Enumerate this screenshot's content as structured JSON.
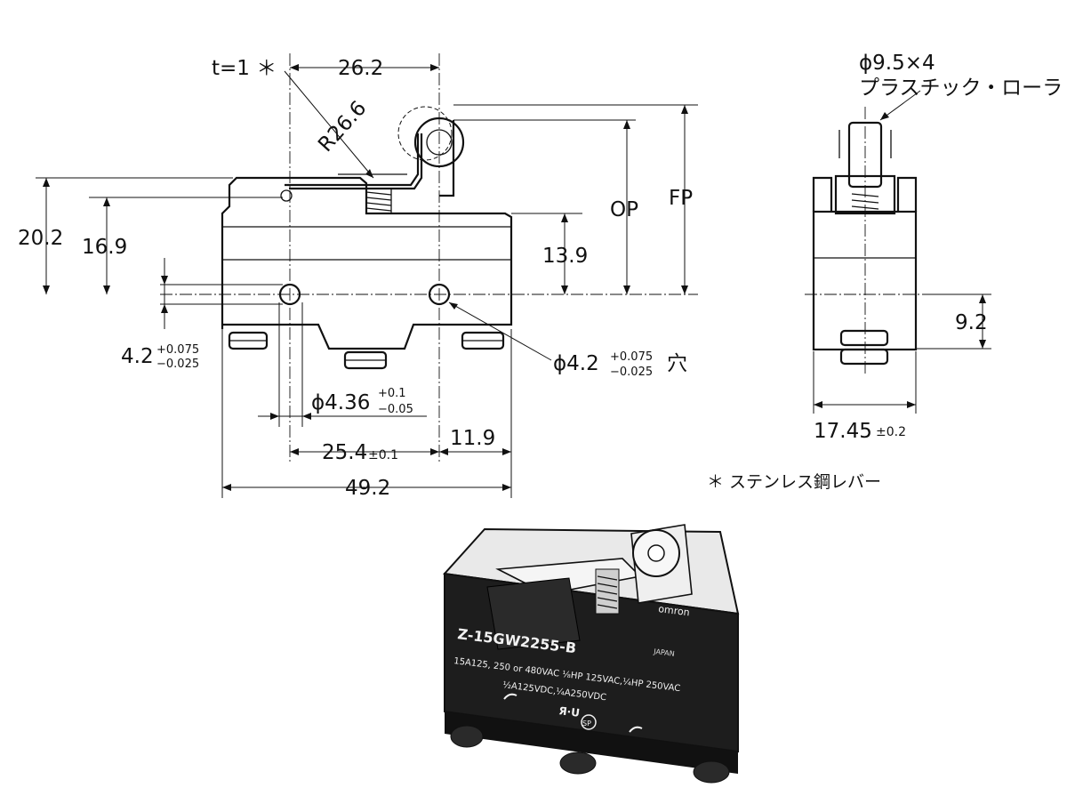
{
  "front_view": {
    "lever_thickness_label": "t=1 ＊",
    "dim_lever_offset": "26.2",
    "dim_lever_radius": "R26.6",
    "dim_height_total": "20.2",
    "dim_height_body": "16.9",
    "dim_height_plunger": "13.9",
    "label_op": "OP",
    "label_fp": "FP",
    "dim_hole_offset": "4.2",
    "dim_hole_offset_tol_plus": "+0.075",
    "dim_hole_offset_tol_minus": "−0.025",
    "dim_hole_small": "ϕ4.36",
    "dim_hole_small_tol_plus": "+0.1",
    "dim_hole_small_tol_minus": "−0.05",
    "dim_hole_right": "ϕ4.2",
    "dim_hole_right_tol_plus": "+0.075",
    "dim_hole_right_tol_minus": "−0.025",
    "dim_hole_right_suffix": "穴",
    "dim_hole_pitch": "25.4",
    "dim_hole_pitch_tol": "±0.1",
    "dim_right_offset": "11.9",
    "dim_width_total": "49.2"
  },
  "side_view": {
    "roller_spec": "ϕ9.5×4",
    "roller_material": "プラスチック・ローラ",
    "dim_hole_height": "9.2",
    "dim_width": "17.45",
    "dim_width_tol": "±0.2"
  },
  "footnote": "＊ ステンレス鋼レバー",
  "product": {
    "model": "Z-15GW2255-B",
    "brand": "omron",
    "origin": "JAPAN",
    "rating_line1": "15A125, 250 or 480VAC ⅛HP 125VAC,¼HP 250VAC",
    "rating_line2": "½A125VDC,¼A250VDC",
    "ul_mark": "Я⋅U",
    "sp_mark": "SP"
  }
}
